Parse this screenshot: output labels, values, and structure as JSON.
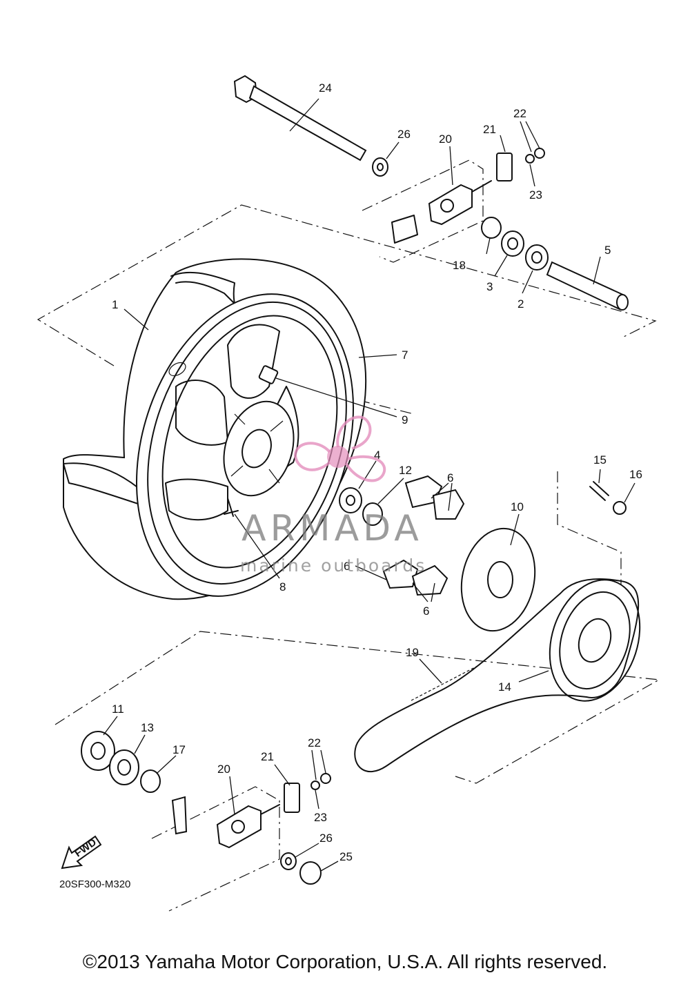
{
  "callouts": {
    "c1": "1",
    "c2": "2",
    "c3": "3",
    "c4": "4",
    "c5": "5",
    "c6a": "6",
    "c6b": "6",
    "c6c": "6",
    "c7": "7",
    "c8": "8",
    "c9": "9",
    "c10": "10",
    "c11": "11",
    "c12": "12",
    "c13": "13",
    "c14": "14",
    "c15": "15",
    "c16": "16",
    "c17": "17",
    "c18": "18",
    "c19": "19",
    "c20a": "20",
    "c20b": "20",
    "c21a": "21",
    "c21b": "21",
    "c22a": "22",
    "c22b": "22",
    "c23a": "23",
    "c23b": "23",
    "c24": "24",
    "c25": "25",
    "c26a": "26",
    "c26b": "26"
  },
  "fwd_label": "FWD",
  "reference_code": "20SF300-M320",
  "watermark": {
    "title": "ARMADA",
    "subtitle": "marine outboards"
  },
  "copyright": "©2013 Yamaha Motor Corporation, U.S.A. All rights reserved.",
  "colors": {
    "line": "#111111",
    "watermark_pink": "#e48fbd",
    "watermark_gray": "#7c7c7c"
  }
}
